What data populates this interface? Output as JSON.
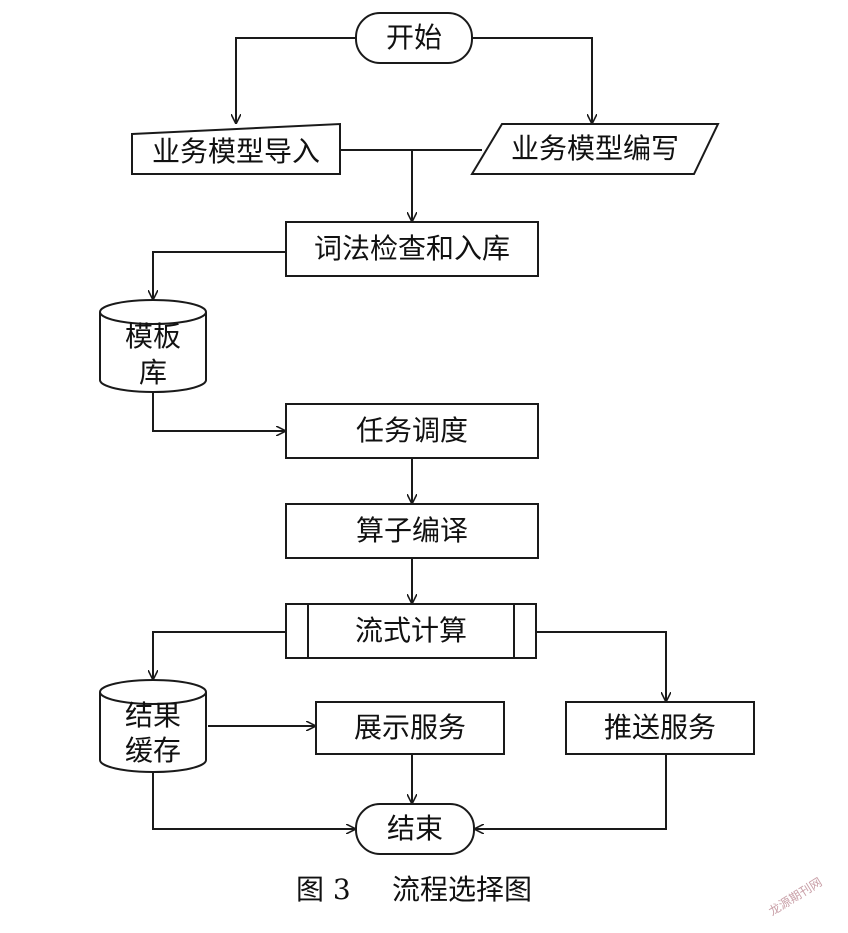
{
  "nodes": {
    "start": "开始",
    "import": "业务模型导入",
    "write": "业务模型编写",
    "lexcheck": "词法检查和入库",
    "template_db": [
      "模板",
      "库"
    ],
    "schedule": "任务调度",
    "compile": "算子编译",
    "stream": "流式计算",
    "cache_db": [
      "结果",
      "缓存"
    ],
    "display": "展示服务",
    "push": "推送服务",
    "end": "结束"
  },
  "caption": {
    "label": "图 3",
    "title": "流程选择图"
  },
  "watermark": "龙源期刊网"
}
